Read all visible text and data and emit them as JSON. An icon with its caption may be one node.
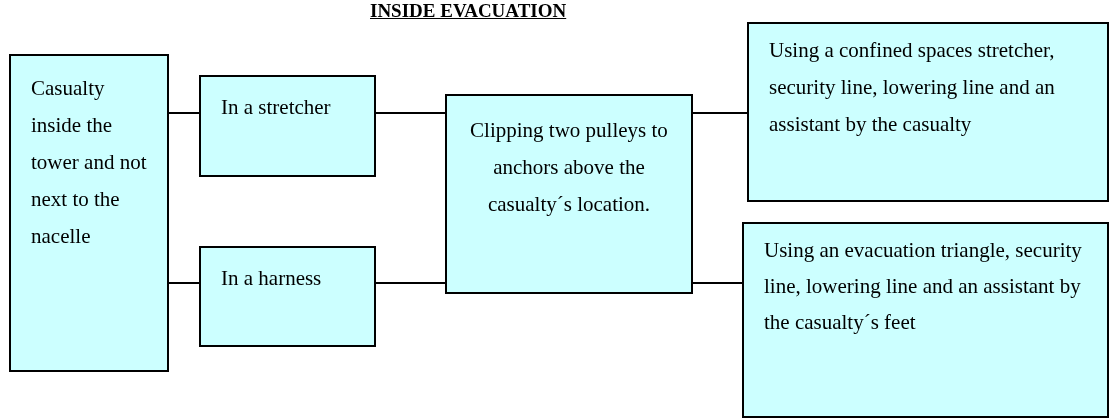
{
  "diagram": {
    "title": "INSIDE EVACUATION",
    "nodes": [
      {
        "text": [
          "Casualty inside the tower and not next to the nacelle"
        ]
      },
      {
        "text": [
          "In a stretcher"
        ]
      },
      {
        "text": [
          "In a harness"
        ]
      },
      {
        "text": [
          "Clipping two pulleys to anchors above the casualty´s location."
        ]
      },
      {
        "text": [
          "Using a confined spaces stretcher, security line, lowering line and an assistant by the casualty"
        ]
      },
      {
        "text": [
          "Using an evacuation triangle, security line, lowering line and an assistant by the casualty´s feet"
        ]
      }
    ],
    "edges": [
      {
        "from": 0,
        "to": 1,
        "arrow": "none"
      },
      {
        "from": 0,
        "to": 2,
        "arrow": "none"
      },
      {
        "from": 1,
        "to": 3,
        "arrow": "none"
      },
      {
        "from": 2,
        "to": 3,
        "arrow": "none"
      },
      {
        "from": 3,
        "to": 4,
        "arrow": "none"
      },
      {
        "from": 3,
        "to": 5,
        "arrow": "none"
      }
    ]
  }
}
